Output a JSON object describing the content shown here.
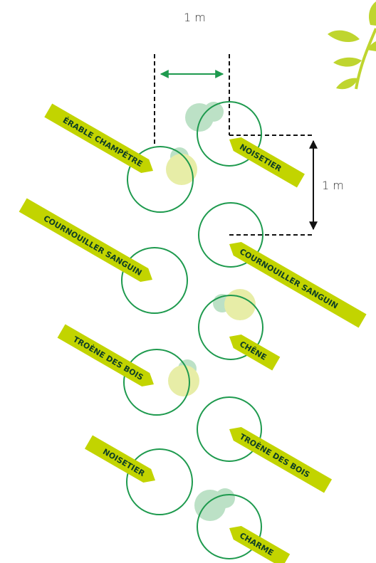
{
  "colors": {
    "circle": "#1e9a4e",
    "label_bg": "#c2d400",
    "label_text": "#0f3f25",
    "arrow_green": "#1e9a4e",
    "leaf": "#bfd52f",
    "blob_green": "#a6d8b4",
    "blob_yellow": "#e0e88a"
  },
  "dimensions": {
    "horizontal": "1 m",
    "vertical": "1 m"
  },
  "plants": [
    {
      "name": "ÉRABLE CHAMPÊTRE",
      "column": "left"
    },
    {
      "name": "NOISETIER",
      "column": "right"
    },
    {
      "name": "COURNOUILLER SANGUIN",
      "column": "left"
    },
    {
      "name": "COURNOUILLER SANGUIN",
      "column": "right"
    },
    {
      "name": "CHÊNE",
      "column": "right"
    },
    {
      "name": "TROÈNE DES BOIS",
      "column": "left"
    },
    {
      "name": "TROÈNE DES BOIS",
      "column": "right"
    },
    {
      "name": "NOISETIER",
      "column": "left"
    },
    {
      "name": "CHARME",
      "column": "right"
    }
  ],
  "icons": {
    "decoration": "leaf-branch-icon"
  }
}
